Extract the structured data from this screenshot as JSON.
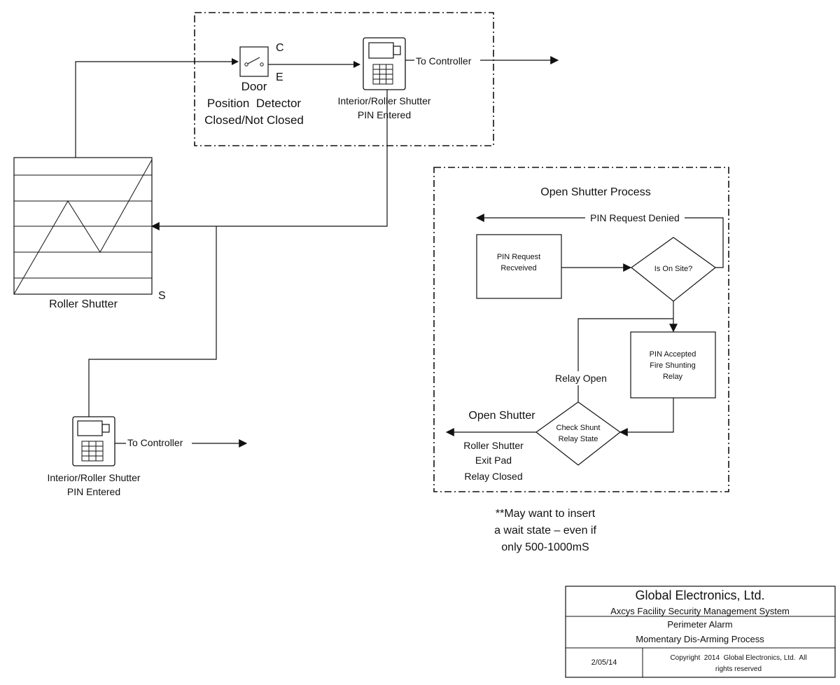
{
  "door_detector": {
    "terminal_c": "C",
    "terminal_e": "E",
    "label_line1": "Door",
    "label_line2": "Position  Detector",
    "label_line3": "Closed/Not Closed"
  },
  "top_keypad": {
    "label_line1": "Interior/Roller Shutter",
    "label_line2": "PIN Entered",
    "output": "To Controller"
  },
  "roller_shutter": {
    "label": "Roller Shutter",
    "terminal_s": "S"
  },
  "bottom_keypad": {
    "label_line1": "Interior/Roller Shutter",
    "label_line2": "PIN Entered",
    "output": "To Controller"
  },
  "process": {
    "title": "Open Shutter Process",
    "pin_denied": "PIN Request Denied",
    "pin_request_line1": "PIN Request",
    "pin_request_line2": "Recveived",
    "on_site": "Is On Site?",
    "pin_accepted_line1": "PIN Accepted",
    "pin_accepted_line2": "Fire Shunting",
    "pin_accepted_line3": "Relay",
    "relay_open": "Relay Open",
    "check_shunt_line1": "Check Shunt",
    "check_shunt_line2": "Relay State",
    "open_shutter": "Open Shutter",
    "exit_line1": "Roller Shutter",
    "exit_line2": "Exit Pad",
    "exit_line3": "Relay Closed"
  },
  "note": {
    "line1": "**May want to insert",
    "line2": "a wait state – even if",
    "line3": "only 500-1000mS"
  },
  "title_block": {
    "company": "Global Electronics, Ltd.",
    "system": "Axcys Facility Security Management System",
    "drawing_line1": "Perimeter Alarm",
    "drawing_line2": "Momentary Dis-Arming Process",
    "date": "2/05/14",
    "copyright_line1": "Copyright  2014  Global Electronics, Ltd.  All",
    "copyright_line2": "rights reserved"
  }
}
